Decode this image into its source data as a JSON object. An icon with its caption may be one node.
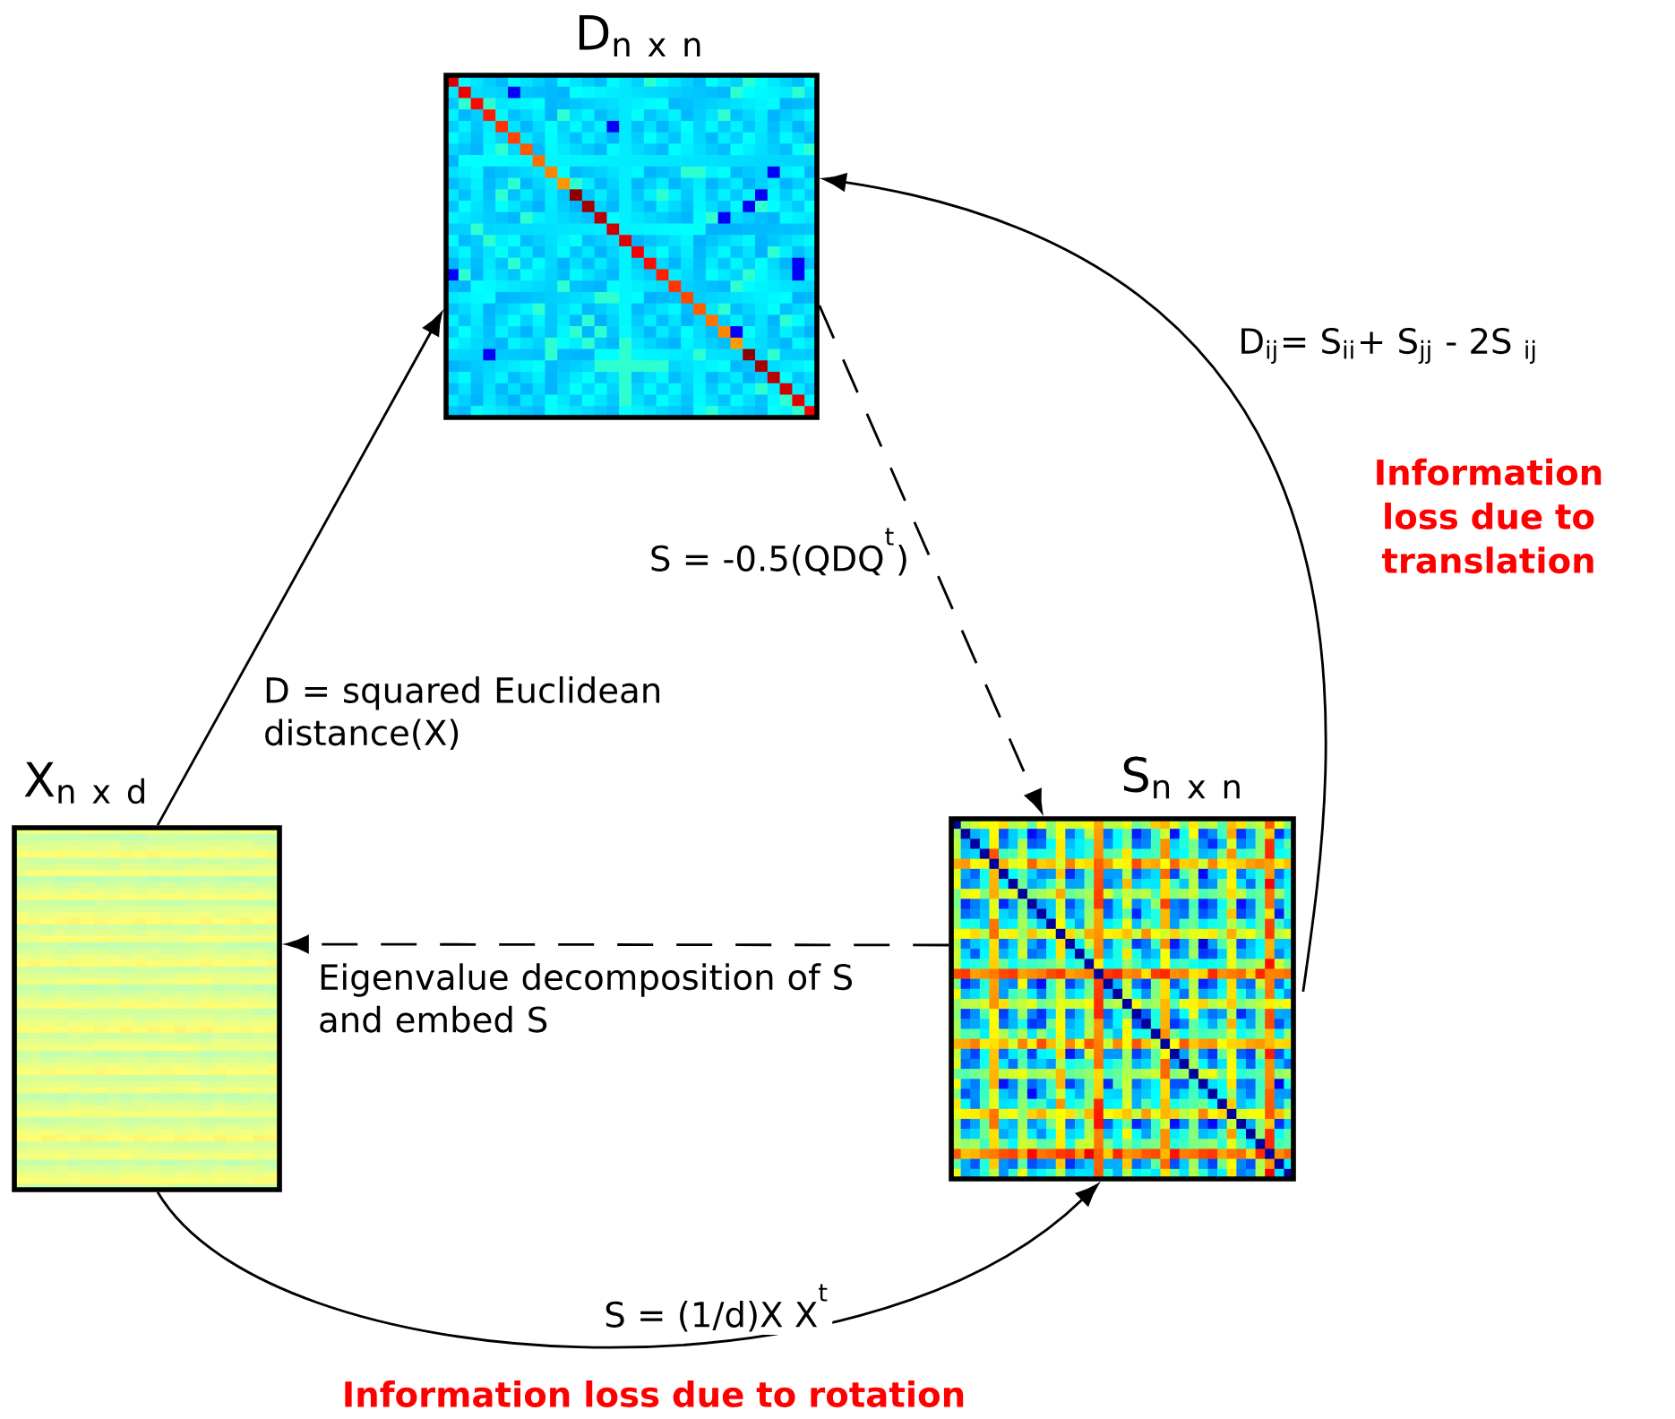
{
  "diagram": {
    "nodes": [
      {
        "text": [
          "\\mathrm{D}_{\\mathrm{n\\ x\\ n}}"
        ]
      },
      {
        "text": [
          "\\mathrm{X}_{\\mathrm{n\\ x\\ d}}"
        ]
      },
      {
        "text": [
          "\\mathrm{S}_{\\mathrm{n\\ x\\ n}}"
        ]
      }
    ],
    "edges": [
      {
        "from": 1,
        "to": 0,
        "arrow": "to",
        "label": "D = squared Euclidean distance(X)"
      },
      {
        "from": 0,
        "to": 2,
        "arrow": "to",
        "style": "dashed",
        "label": "S = -0.5(QDQ$^{t}$)"
      },
      {
        "from": 2,
        "to": 1,
        "arrow": "to",
        "style": "dashed",
        "label": "Eigenvalue decomposition of S and embed S"
      },
      {
        "from": 1,
        "to": 2,
        "arrow": "to",
        "label": "S = (1/d)X X$^{t}$"
      },
      {
        "from": 2,
        "to": 0,
        "arrow": "to",
        "label": "D$_{ij}$= S$_{ii}$+ S$_{jj}$ - 2S $_{ij}$"
      }
    ],
    "labels": [
      "Information loss due to translation",
      "Information loss due to rotation"
    ]
  }
}
